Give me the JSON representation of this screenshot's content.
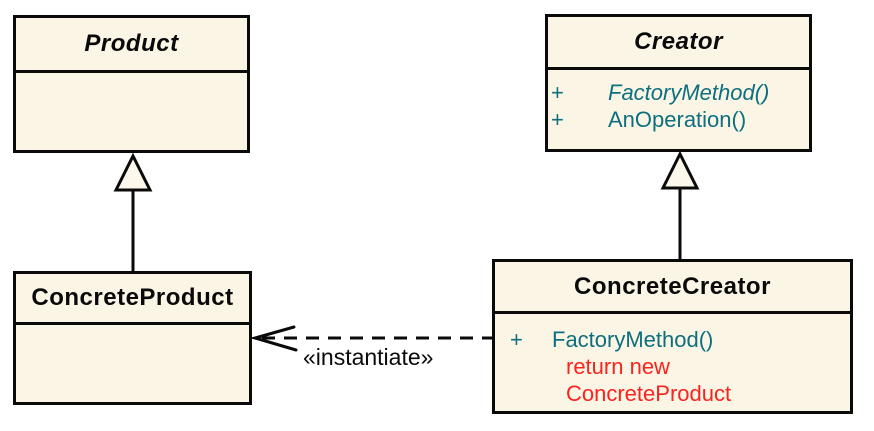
{
  "colors": {
    "box_fill": "#FBF5E6",
    "box_border": "#000000",
    "method_text_teal": "#0E6F7E",
    "pseudocode_text_red": "#FA241E",
    "title_text": "#000000",
    "label_text": "#000000"
  },
  "classes": {
    "product": {
      "name": "Product"
    },
    "creator": {
      "name": "Creator",
      "methods": [
        {
          "visibility": "+",
          "signature": "FactoryMethod()"
        },
        {
          "visibility": "+",
          "signature": "AnOperation()"
        }
      ]
    },
    "concreteProduct": {
      "name": "ConcreteProduct"
    },
    "concreteCreator": {
      "name": "ConcreteCreator",
      "methods": [
        {
          "visibility": "+",
          "signature": "FactoryMethod()"
        }
      ],
      "pseudocode": [
        "return new",
        "ConcreteProduct"
      ]
    }
  },
  "relations": {
    "instantiate": {
      "label": "«instantiate»"
    }
  }
}
